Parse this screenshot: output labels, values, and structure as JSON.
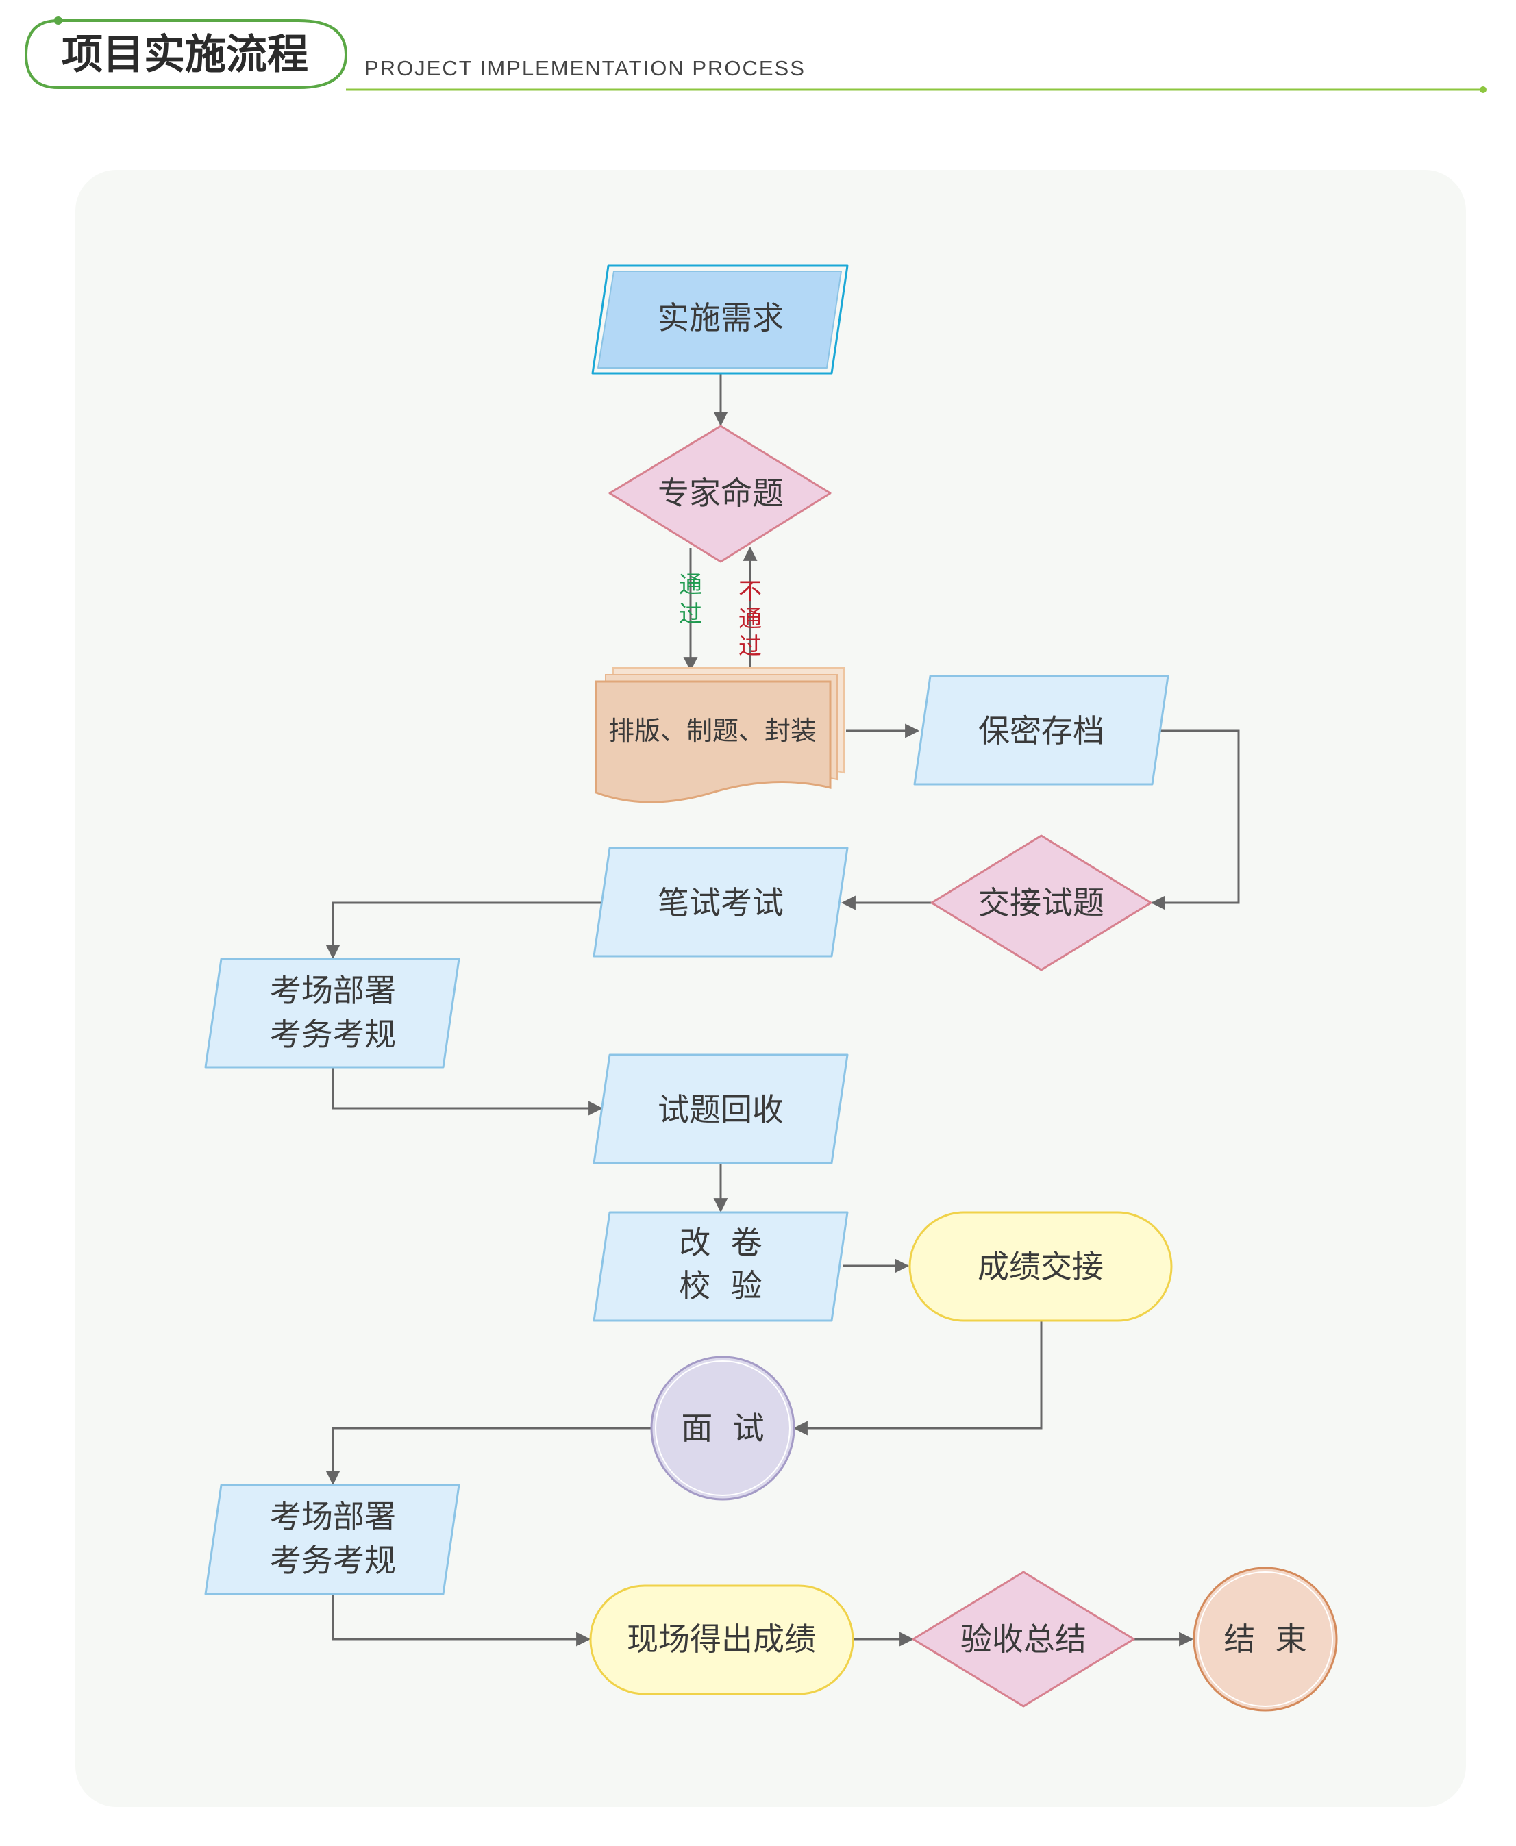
{
  "header": {
    "title": "项目实施流程",
    "subtitle": "PROJECT IMPLEMENTATION PROCESS"
  },
  "colors": {
    "accent_green": "#5aa845",
    "panel_bg": "#f6f8f5",
    "start_fill": "#b3d8f6",
    "start_stroke": "#1ba8d6",
    "process_fill": "#dceefb",
    "process_stroke": "#8cc4e6",
    "decision_fill": "#efd0e2",
    "decision_stroke": "#d7818f",
    "doc_fill": "#edcdb4",
    "doc_stroke": "#e0a77a",
    "terminal_fill": "#fffbd0",
    "terminal_stroke": "#f0d24a",
    "interview_fill": "#dcd9ec",
    "interview_stroke": "#a49bc6",
    "end_fill": "#f3d7c7",
    "end_stroke": "#d48a5b",
    "pass_label": "#1f9a4f",
    "fail_label": "#c0202c",
    "connector": "#666666"
  },
  "nodes": {
    "demand": "实施需求",
    "expert": "专家命题",
    "typeset": "排版、制题、封装",
    "archive": "保密存档",
    "handover": "交接试题",
    "written": "笔试考试",
    "deploy1_l1": "考场部署",
    "deploy1_l2": "考务考规",
    "recall": "试题回收",
    "grade_l1": "改  卷",
    "grade_l2": "校  验",
    "scores": "成绩交接",
    "interview": "面  试",
    "deploy2_l1": "考场部署",
    "deploy2_l2": "考务考规",
    "onsite": "现场得出成绩",
    "acceptance": "验收总结",
    "end": "结  束"
  },
  "edge_labels": {
    "pass": [
      "通",
      "过"
    ],
    "fail": [
      "不",
      "通",
      "过"
    ]
  }
}
